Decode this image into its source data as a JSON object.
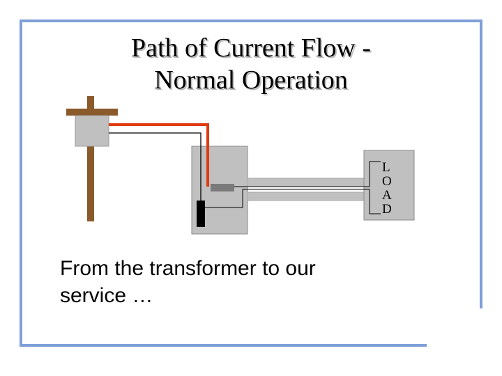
{
  "title": {
    "line1": "Path of Current Flow -",
    "line2": "Normal Operation"
  },
  "load_label": [
    "L",
    "O",
    "A",
    "D"
  ],
  "caption": {
    "line1": "From the transformer to our",
    "line2": "service …"
  },
  "colors": {
    "frame": "#7f9fd8",
    "pole": "#8b5a2b",
    "transformer": "#c0c0c0",
    "live_wire": "#e03a10",
    "neutral_wire": "#000000",
    "panel": "#c0c0c0",
    "conduit": "#c0c0c0",
    "breaker": "#7a7a7a",
    "neutral_bar": "#000000"
  }
}
